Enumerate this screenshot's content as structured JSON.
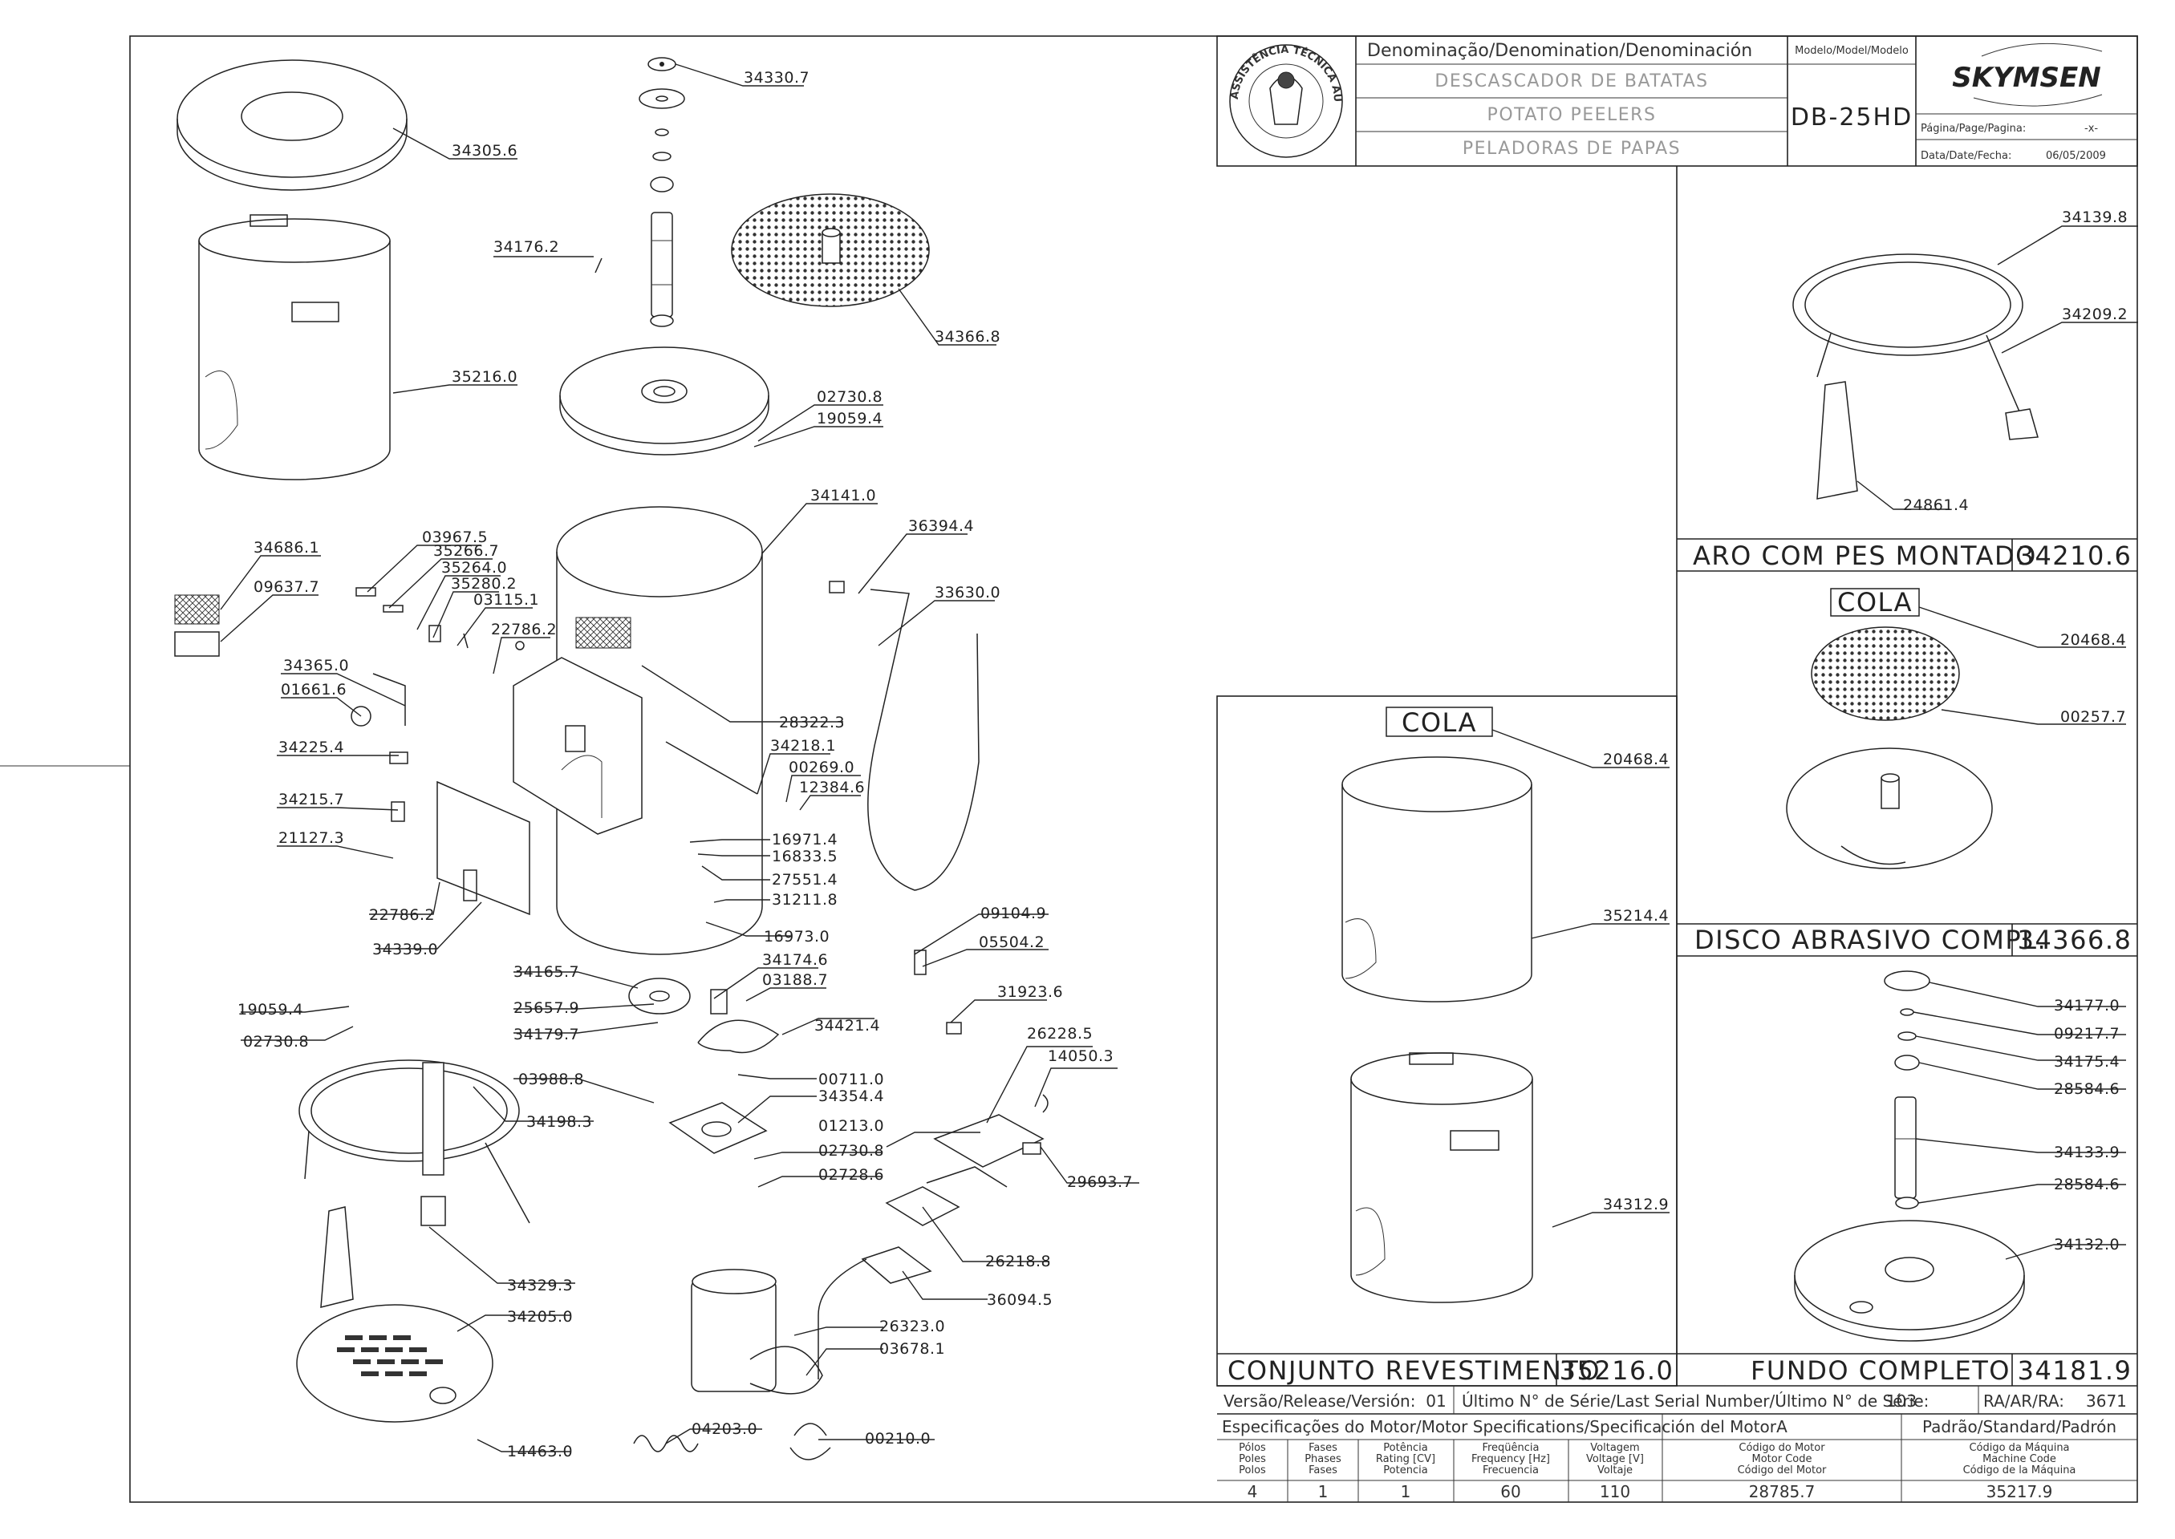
{
  "title_block": {
    "denomination_header": "Denominação/Denomination/Denominación",
    "name_pt": "DESCASCADOR DE BATATAS",
    "name_en": "POTATO PEELERS",
    "name_es": "PELADORAS DE PAPAS",
    "model_header": "Modelo/Model/Modelo",
    "model": "DB-25HD",
    "brand": "SKYMSEN",
    "page_label": "Página/Page/Pagina:",
    "page_value": "-x-",
    "date_label": "Data/Date/Fecha:",
    "date_value": "06/05/2009",
    "seal_text": "ASSISTÊNCIA TÉCNICA AUTORIZADA"
  },
  "subassemblies": [
    {
      "title": "ARO COM PES MONTADO",
      "code": "34210.6"
    },
    {
      "title": "DISCO ABRASIVO COMPL.",
      "code": "34366.8"
    },
    {
      "title": "CONJUNTO REVESTIMENTO",
      "code": "35216.0"
    },
    {
      "title": "FUNDO COMPLETO",
      "code": "34181.9"
    }
  ],
  "cola_labels": [
    "COLA",
    "COLA"
  ],
  "footer": {
    "version_label": "Versão/Release/Versión:",
    "version_value": "01",
    "serial_label": "Último N° de Série/Last Serial Number/Último N° de Série:",
    "serial_value": "103",
    "ra_label": "RA/AR/RA:",
    "ra_value": "3671",
    "motor_spec_label": "Especificações do Motor/Motor Specifications/Specificación del Motor",
    "motor_spec_letter": "A",
    "standard_label": "Padrão/Standard/Padrón",
    "columns": [
      {
        "pt": "Pólos",
        "en": "Poles",
        "es": "Polos",
        "value": "4"
      },
      {
        "pt": "Fases",
        "en": "Phases",
        "es": "Fases",
        "value": "1"
      },
      {
        "pt": "Potência",
        "en": "Rating [CV]",
        "es": "Potencia",
        "value": "1"
      },
      {
        "pt": "Freqüência",
        "en": "Frequency [Hz]",
        "es": "Frecuencia",
        "value": "60"
      },
      {
        "pt": "Voltagem",
        "en": "Voltage [V]",
        "es": "Voltaje",
        "value": "110"
      },
      {
        "pt": "Código do Motor",
        "en": "Motor Code",
        "es": "Código del Motor",
        "value": "28785.7"
      },
      {
        "pt": "Código da Máquina",
        "en": "Machine Code",
        "es": "Código de la Máquina",
        "value": "35217.9"
      }
    ]
  },
  "part_labels": {
    "main": [
      "34330.7",
      "34305.6",
      "34176.2",
      "34366.8",
      "35216.0",
      "02730.8",
      "19059.4",
      "34141.0",
      "36394.4",
      "33630.0",
      "03967.5",
      "35266.7",
      "35264.0",
      "35280.2",
      "03115.1",
      "34686.1",
      "09637.7",
      "22786.2",
      "34365.0",
      "01661.6",
      "28322.3",
      "34218.1",
      "34225.4",
      "00269.0",
      "12384.6",
      "34215.7",
      "21127.3",
      "16971.4",
      "16833.5",
      "27551.4",
      "31211.8",
      "22786.2",
      "34339.0",
      "16973.0",
      "09104.9",
      "05504.2",
      "34165.7",
      "34174.6",
      "03188.7",
      "19059.4",
      "25657.9",
      "02730.8",
      "34179.7",
      "31923.6",
      "34421.4",
      "26228.5",
      "14050.3",
      "03988.8",
      "00711.0",
      "34354.4",
      "34198.3",
      "01213.0",
      "02730.8",
      "29693.7",
      "02728.6",
      "26218.8",
      "34329.3",
      "36094.5",
      "34205.0",
      "26323.0",
      "03678.1",
      "14463.0",
      "04203.0",
      "00210.0"
    ],
    "aro": [
      "34139.8",
      "34209.2",
      "24861.4"
    ],
    "disco": [
      "20468.4",
      "00257.7"
    ],
    "revest": [
      "20468.4",
      "35214.4",
      "34312.9"
    ],
    "fundo": [
      "34177.0",
      "09217.7",
      "34175.4",
      "28584.6",
      "34133.9",
      "28584.6",
      "34132.0"
    ]
  }
}
